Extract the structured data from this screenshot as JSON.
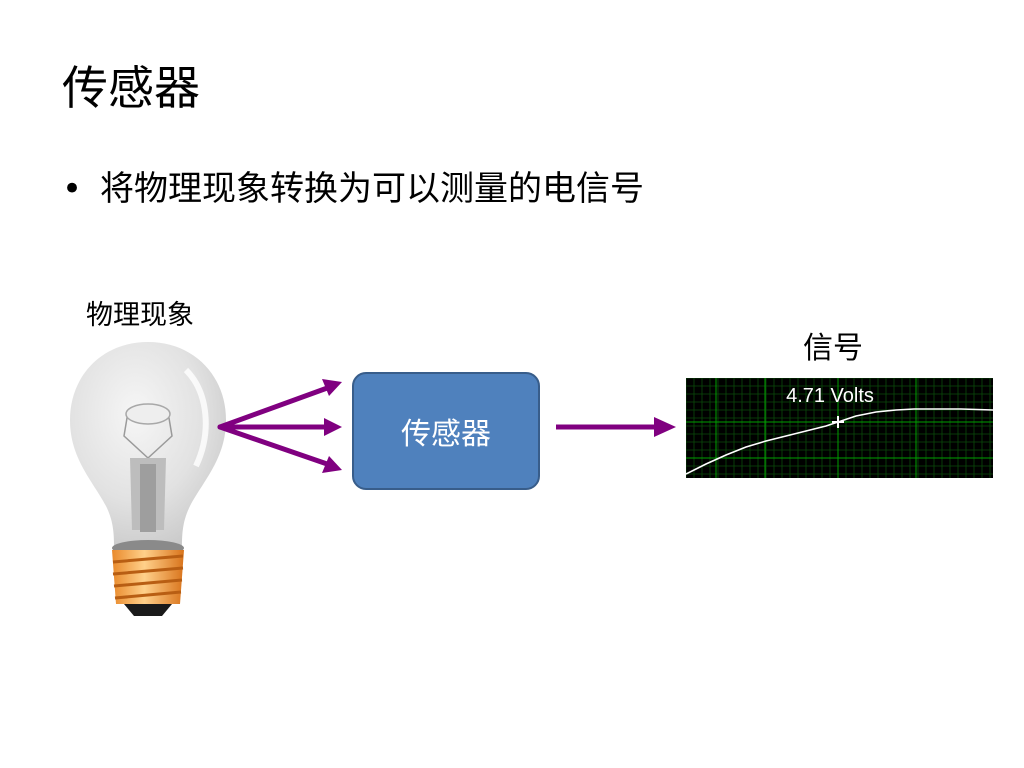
{
  "slide": {
    "title": "传感器",
    "bullet_symbol": "•",
    "bullet_text": "将物理现象转换为可以测量的电信号"
  },
  "diagram": {
    "phenomenon_label": "物理现象",
    "sensor_label": "传感器",
    "signal_label": "信号",
    "readout": "4.71 Volts",
    "arrow_color": "#800080",
    "sensor_fill": "#4f81bd",
    "scope_background": "#000000",
    "scope_grid_color": "#00a000",
    "trace_color": "#ffffff"
  }
}
